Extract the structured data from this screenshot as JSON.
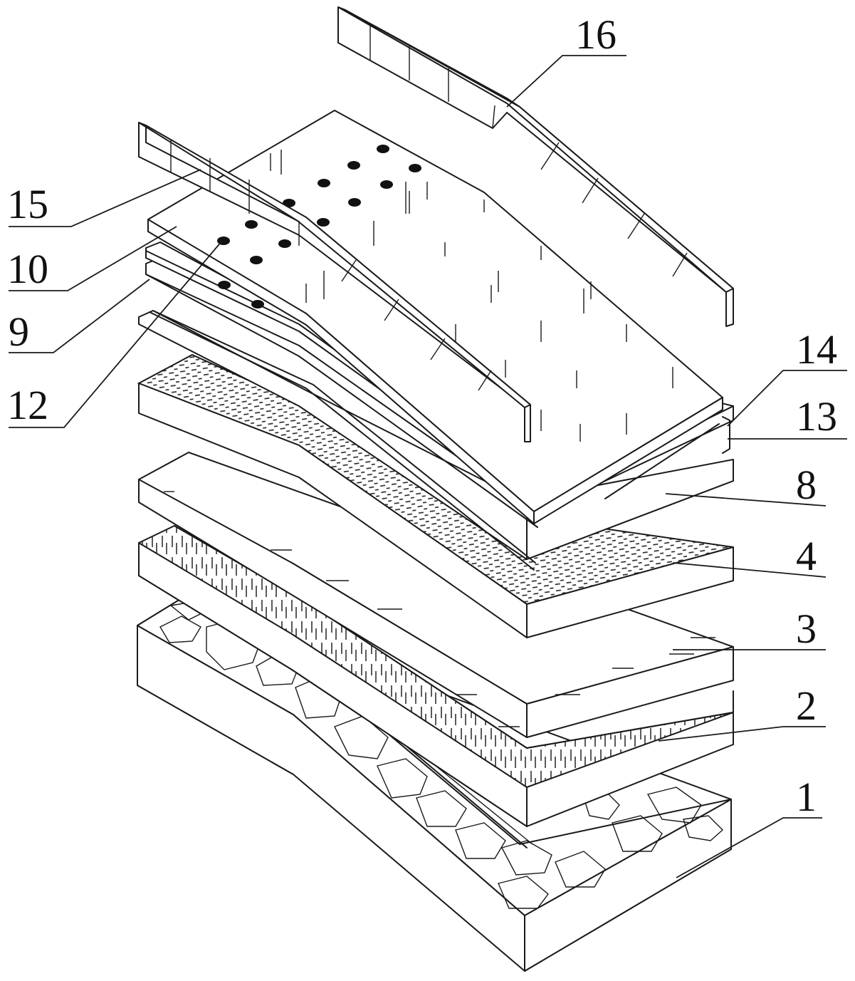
{
  "callouts": [
    {
      "id": "16",
      "label": "16"
    },
    {
      "id": "15",
      "label": "15"
    },
    {
      "id": "10",
      "label": "10"
    },
    {
      "id": "9",
      "label": "9"
    },
    {
      "id": "12",
      "label": "12"
    },
    {
      "id": "14",
      "label": "14"
    },
    {
      "id": "13",
      "label": "13"
    },
    {
      "id": "8",
      "label": "8"
    },
    {
      "id": "4",
      "label": "4"
    },
    {
      "id": "3",
      "label": "3"
    },
    {
      "id": "2",
      "label": "2"
    },
    {
      "id": "1",
      "label": "1"
    }
  ]
}
